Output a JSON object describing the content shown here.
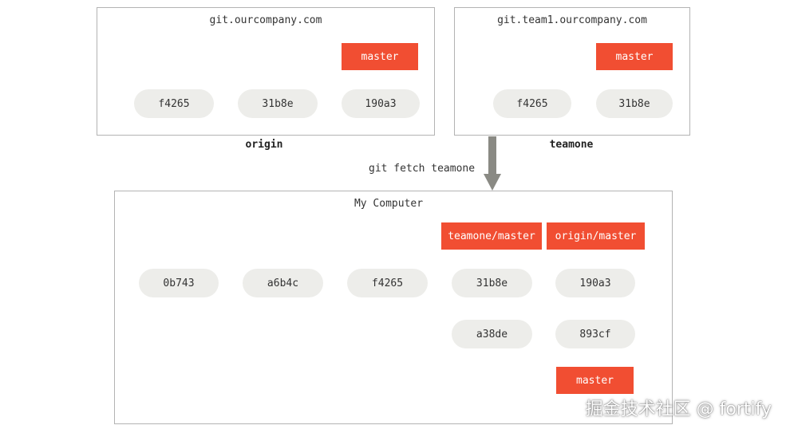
{
  "origin": {
    "host": "git.ourcompany.com",
    "label": "origin",
    "commits": [
      "f4265",
      "31b8e",
      "190a3"
    ],
    "branch": "master"
  },
  "teamone": {
    "host": "git.team1.ourcompany.com",
    "label": "teamone",
    "commits": [
      "f4265",
      "31b8e"
    ],
    "branch": "master"
  },
  "command": "git fetch teamone",
  "local": {
    "title": "My Computer",
    "main_commits": [
      "0b743",
      "a6b4c",
      "f4265",
      "31b8e",
      "190a3"
    ],
    "side_commits": [
      "a38de",
      "893cf"
    ],
    "remote_branches": [
      "teamone/master",
      "origin/master"
    ],
    "branch": "master"
  },
  "watermark": "掘金技术社区 @ fortify",
  "colors": {
    "ref_fill": "#f14e32",
    "commit_fill": "#ededea",
    "arrow": "#999999",
    "border": "#b3b3b3"
  }
}
